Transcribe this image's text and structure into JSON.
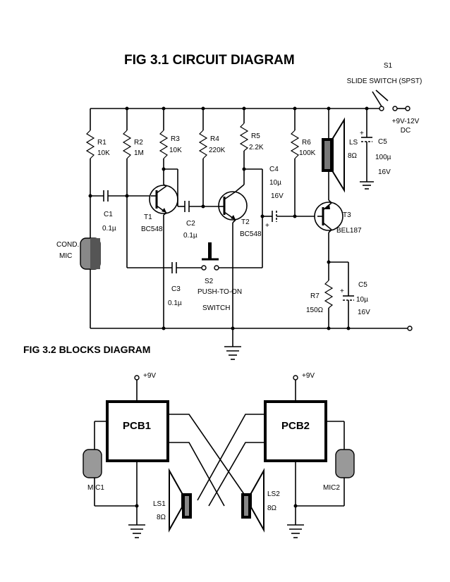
{
  "fig1": {
    "title": "FIG 3.1 CIRCUIT DIAGRAM",
    "labels": {
      "s1": "S1",
      "s1_desc": "SLIDE SWITCH (SPST)",
      "supply_v": "+9V-12V",
      "supply_dc": "DC",
      "r1": "R1",
      "r1_val": "10K",
      "r2": "R2",
      "r2_val": "1M",
      "r3": "R3",
      "r3_val": "10K",
      "r4": "R4",
      "r4_val": "220K",
      "r5": "R5",
      "r5_val": "2.2K",
      "r6": "R6",
      "r6_val": "100K",
      "r7": "R7",
      "r7_val": "150Ω",
      "c1": "C1",
      "c1_val": "0.1µ",
      "c2": "C2",
      "c2_val": "0.1µ",
      "c3": "C3",
      "c3_val": "0.1µ",
      "c4": "C4",
      "c4_val1": "10µ",
      "c4_val2": "16V",
      "c5a": "C5",
      "c5a_val1": "100µ",
      "c5a_val2": "16V",
      "c5b": "C5",
      "c5b_val1": "10µ",
      "c5b_val2": "16V",
      "t1": "T1",
      "t1_type": "BC548",
      "t2": "T2",
      "t2_type": "BC548",
      "t3": "T3",
      "t3_type": "BEL187",
      "ls": "LS",
      "ls_val": "8Ω",
      "s2": "S2",
      "s2_desc1": "PUSH-TO-ON",
      "s2_desc2": "SWITCH",
      "mic1": "COND.",
      "mic2": "MIC",
      "plus": "+"
    }
  },
  "fig2": {
    "title": "FIG 3.2 BLOCKS DIAGRAM",
    "labels": {
      "pcb1": "PCB1",
      "pcb2": "PCB2",
      "v1": "+9V",
      "v2": "+9V",
      "mic1": "MIC1",
      "mic2": "MIC2",
      "ls1": "LS1",
      "ls1_val": "8Ω",
      "ls2": "LS2",
      "ls2_val": "8Ω"
    }
  }
}
